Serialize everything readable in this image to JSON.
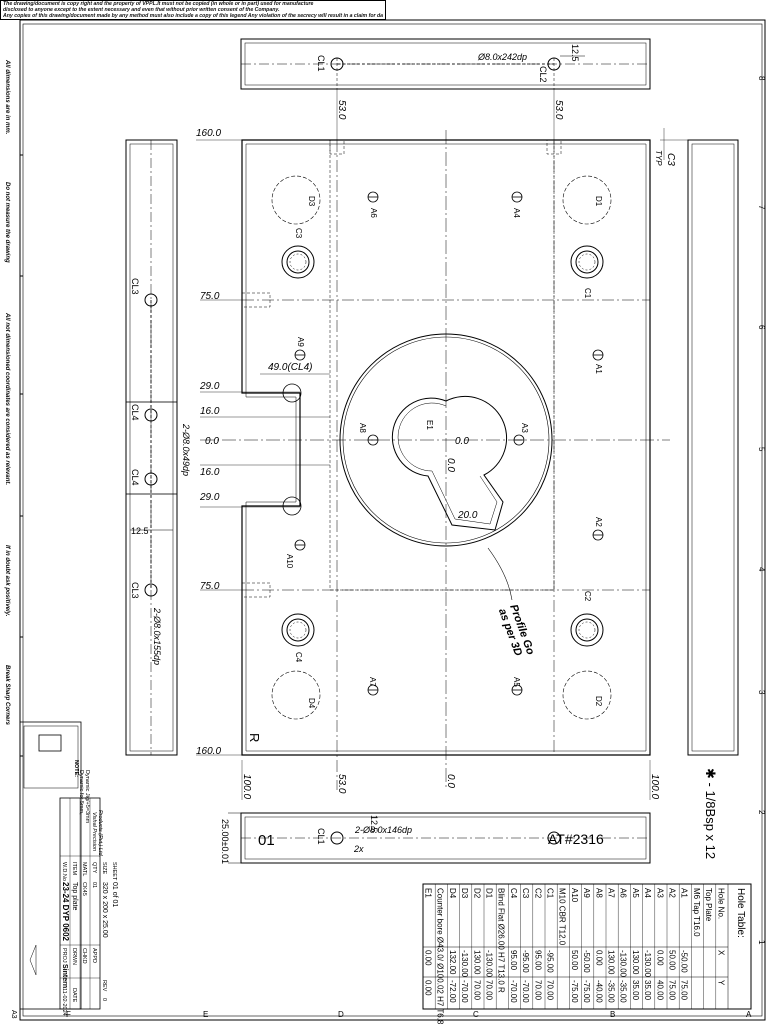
{
  "legend": {
    "line1": "The drawing/document is copy right and the property of VPPL.It must not be copied (in whole or in part) used for manufacture",
    "line2": "disclosed to anyone except to the extent necessary and even  that without prior written consent of the Company.",
    "line3": "Any copies of this drawing/document made by any method must also include a copy of this legend Any violation of the secrecy will result in a claim for damages."
  },
  "side_notes": [
    "All dimensions are in mm.",
    "Do not measure the drawing",
    "All not dimensioned coordinates   are considered as relevant.",
    "If in doubt ask positively.",
    "Break Sharp Corners"
  ],
  "row_letters": [
    "A",
    "B",
    "C",
    "D",
    "E",
    "F"
  ],
  "col_numbers": [
    "1",
    "2",
    "3",
    "4",
    "5",
    "6",
    "7",
    "8"
  ],
  "top_bar": {
    "hole_label": "Ø8.0x242dp",
    "dim": "12.5",
    "cl1": "CL1",
    "cl2": "CL2"
  },
  "bottom_bar": {
    "mark_01": "01",
    "cl1": "CL1",
    "hole_label": "2-Ø8.0x146dp",
    "x2": "2x",
    "dim": "12.5",
    "code": "AT#2316",
    "height": "25.00±0.01"
  },
  "left_bar": {
    "cl3_top": "CL3",
    "cl3_bottom": "CL3",
    "cl4_top": "CL4",
    "cl4_bottom": "CL4",
    "hole_top": "2-Ø8.0x49dp",
    "hole_bottom": "2-Ø8.0x155dp",
    "dim": "12.5"
  },
  "right_note": "✱ - 1/8Bsp x 12",
  "dims": {
    "x160_top": "160.0",
    "x160_bottom": "160.0",
    "x75_top": "75.0",
    "x75_bottom": "75.0",
    "y53_top_left": "53.0",
    "y53_top_right": "53.0",
    "y53_bottom": "53.0",
    "x29_top": "29.0",
    "x29_bottom": "29.0",
    "x16_top": "16.0",
    "x16_bottom": "16.0",
    "x0": "0.0",
    "y0_bottom": "0.0",
    "y100_left": "100.0",
    "y100_right": "100.0",
    "d49": "49.0(CL4)",
    "c3": "C3",
    "typ": "TYP",
    "r20": "20.0",
    "center_x": "0.0",
    "center_y": "0.0",
    "profile_note": "Profile Go\nas per 3D",
    "r_mark": "R"
  },
  "plate_labels": {
    "A1": "A1",
    "A2": "A2",
    "A3": "A3",
    "A4": "A4",
    "A5": "A5",
    "A6": "A6",
    "A7": "A7",
    "A8": "A8",
    "A9": "A9",
    "A10": "A10",
    "C1": "C1",
    "C2": "C2",
    "C3": "C3",
    "C4": "C4",
    "D1": "D1",
    "D2": "D2",
    "D3": "D3",
    "D4": "D4",
    "E1": "E1"
  },
  "hole_table": {
    "title": "Hole Table:",
    "headers": [
      "Hole No.",
      "X",
      "Y"
    ],
    "rows": [
      [
        "Top Plate",
        "",
        ""
      ],
      [
        "M6 Tap T16.0",
        "",
        ""
      ],
      [
        "A1",
        "-50.00",
        "75.00"
      ],
      [
        "A2",
        "50.00",
        "75.00"
      ],
      [
        "A3",
        "0.00",
        "40.00"
      ],
      [
        "A4",
        "-130.00",
        "35.00"
      ],
      [
        "A5",
        "130.00",
        "35.00"
      ],
      [
        "A6",
        "-130.00",
        "-35.00"
      ],
      [
        "A7",
        "130.00",
        "-35.00"
      ],
      [
        "A8",
        "0.00",
        "-40.00"
      ],
      [
        "A9",
        "-50.00",
        "-75.00"
      ],
      [
        "A10",
        "50.00",
        "-75.00"
      ],
      [
        "M10 CBR T12.0",
        "",
        ""
      ],
      [
        "C1",
        "-95.00",
        "70.00"
      ],
      [
        "C2",
        "95.00",
        "70.00"
      ],
      [
        "C3",
        "-95.00",
        "-70.00"
      ],
      [
        "C4",
        "95.00",
        "-70.00"
      ],
      [
        "Blind Flat Ø26.00 H7 T13.0 R",
        "",
        ""
      ],
      [
        "D1",
        "-130.00",
        "70.00"
      ],
      [
        "D2",
        "130.00",
        "70.00"
      ],
      [
        "D3",
        "-130.00",
        "-70.00"
      ],
      [
        "D4",
        "132.00",
        "-72.00"
      ],
      [
        "Counter bore Ø43.0/ Ø100.02 H7 T6.82",
        "",
        ""
      ],
      [
        "E1",
        "0.00",
        "0.00"
      ]
    ]
  },
  "title_block": {
    "note_title": "NOTE:",
    "note_1": "Dynamic for 5mm,",
    "note_2": "Dynamic Jig/+5=3mm",
    "company": "Vishal Precision",
    "company_2": "Products (Pvt.) Ltd.",
    "drg_label": "W.D.No",
    "drg_no": "23-24 DYP 0602",
    "item_label": "ITEM",
    "item": "Top plate",
    "matl_label": "MATL",
    "matl": "CK45",
    "qty_label": "QTY",
    "qty": "01",
    "size_label": "SIZE",
    "size": "320 x 200 x 25.00",
    "sheet_label": "SHEET",
    "sheet": "01 of 01",
    "proj_label": "PROJ",
    "proj": "Sintern",
    "date_label": "DATE",
    "date": "11-02-2024",
    "drwn": "DRWN",
    "chkd": "CHKD",
    "appd": "APPD",
    "rev": "REV",
    "rev_val": "0",
    "scale": "A3"
  }
}
